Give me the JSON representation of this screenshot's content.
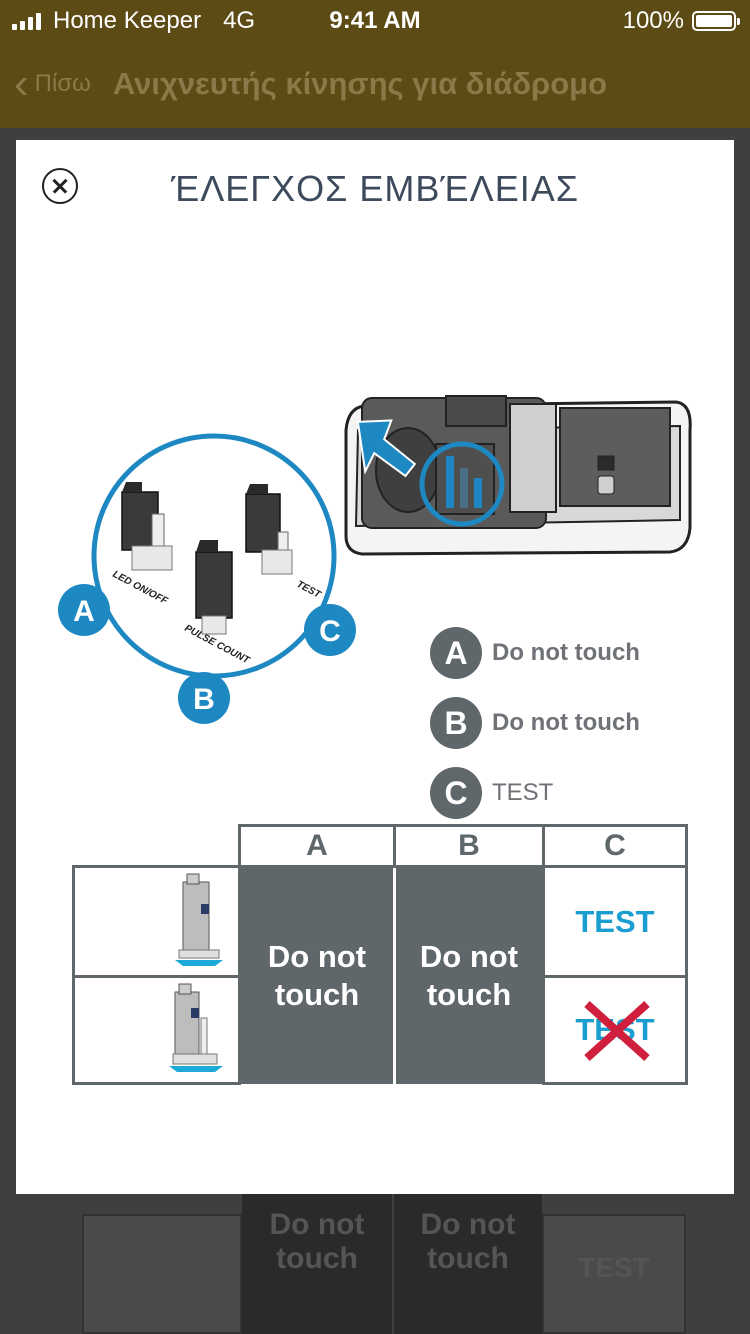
{
  "status_bar": {
    "carrier": "Home Keeper",
    "network": "4G",
    "time": "9:41 AM",
    "battery": "100%"
  },
  "nav": {
    "back_label": "Πίσω",
    "title": "Ανιχνευτής κίνησης για διάδρομο"
  },
  "modal": {
    "title": "ΈΛΕΓΧΟΣ ΕΜΒΈΛΕΙΑΣ",
    "diagram": {
      "markers": [
        "A",
        "B",
        "C"
      ],
      "pin_labels": [
        "LED ON/OFF",
        "PULSE COUNT",
        "TEST"
      ]
    },
    "legend": [
      {
        "key": "A",
        "text": "Do not touch"
      },
      {
        "key": "B",
        "text": "Do not touch"
      },
      {
        "key": "C",
        "text": "TEST"
      }
    ],
    "table": {
      "headers": [
        "A",
        "B",
        "C"
      ],
      "col_a": "Do not touch",
      "col_b": "Do not touch",
      "row1_c": "TEST",
      "row2_c": "TEST"
    }
  },
  "background": {
    "table_a": "Do not touch",
    "table_b": "Do not touch",
    "table_c": "TEST"
  },
  "colors": {
    "nav_bg": "#5c4b14",
    "accent_blue": "#1e88c2",
    "test_blue": "#1a9dd0",
    "cell_gray": "#5f676b",
    "cross_red": "#d01f3c"
  }
}
